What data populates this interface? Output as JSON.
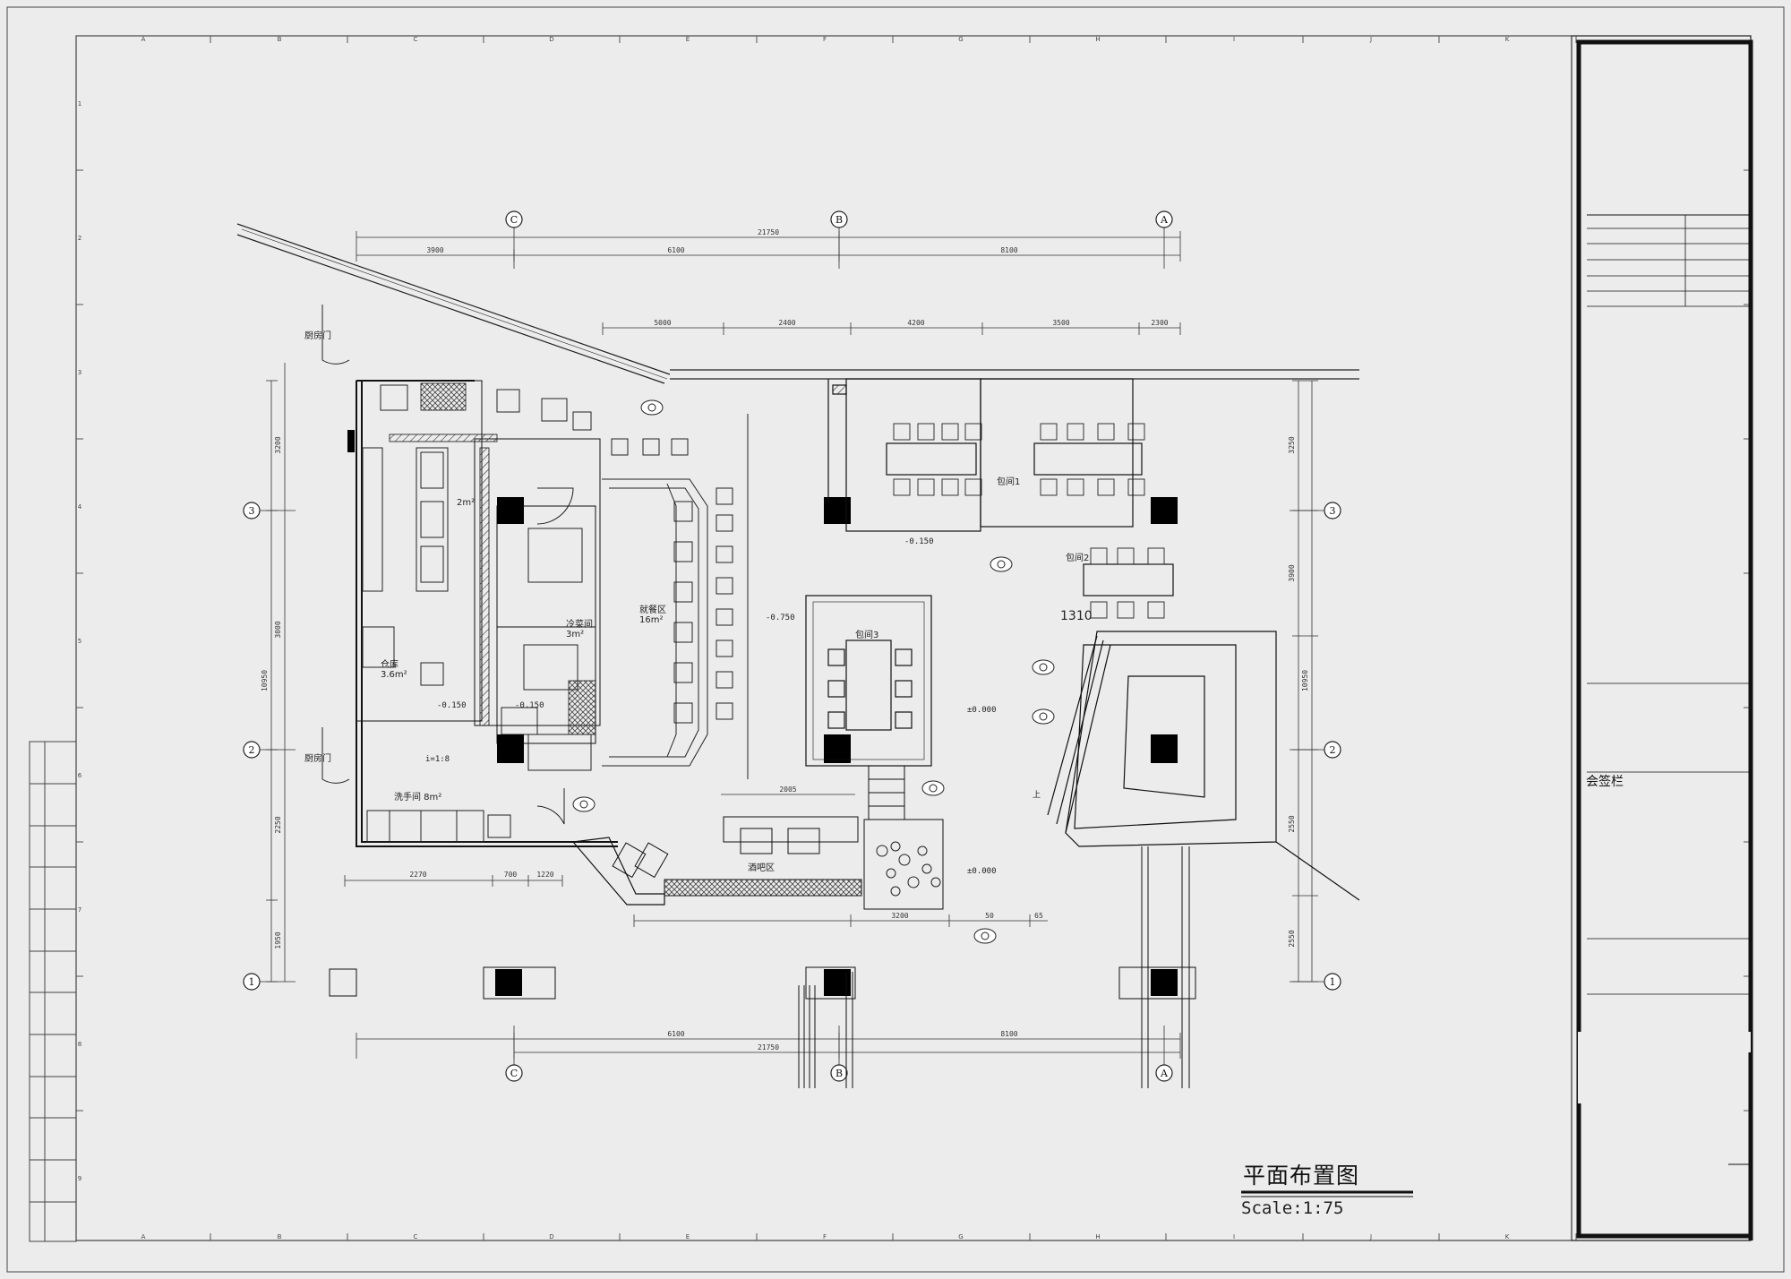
{
  "drawing": {
    "title": "平面布置图",
    "scale": "Scale:1:75"
  },
  "title_block": {
    "countersign_label": "会签栏"
  },
  "grid_axes": {
    "column_bubbles": [
      "C",
      "B",
      "A"
    ],
    "row_bubbles": [
      "3",
      "2",
      "1"
    ],
    "border_columns": [
      "A",
      "B",
      "C",
      "D",
      "E",
      "F",
      "G",
      "H",
      "I",
      "J",
      "K"
    ],
    "border_rows": [
      "1",
      "2",
      "3",
      "4",
      "5",
      "6",
      "7",
      "8",
      "9"
    ]
  },
  "dimensions": {
    "top_overall": "21750",
    "top_segments": [
      "3900",
      "6100",
      "8100"
    ],
    "upper_segments": [
      "5000",
      "2400",
      "4200",
      "3500",
      "2300"
    ],
    "bottom_overall": "21750",
    "bottom_segments": [
      "6100",
      "8100"
    ],
    "lower_segments": [
      "2270",
      "700",
      "1220",
      "2005",
      "3200",
      "50",
      "65"
    ],
    "left_segments": [
      "3200",
      "3000",
      "2250",
      "1950"
    ],
    "right_segments": [
      "3250",
      "3900",
      "2550",
      "2550"
    ],
    "left_total": "10950",
    "right_total": "10950"
  },
  "labels": {
    "private_room_1": "包间1",
    "private_room_2": "包间2",
    "private_room_3": "包间3",
    "room_area_2m": "2m²",
    "storage": "仓库\n3.6m²",
    "cold_room": "冷菜间\n3m²",
    "dining_hall": "就餐区\n16m²",
    "bar": "酒吧区",
    "entrance_1": "厨房门",
    "entrance_2": "厨房门",
    "elevation_1": "-0.150",
    "elevation_2": "-0.750",
    "elevation_3": "±0.000",
    "elevation_4": "±0.000",
    "elevation_5": "-0.150",
    "elevation_6": "-0.150",
    "slope": "i=1:8",
    "room_num": "1310",
    "washroom": "洗手间 8m²",
    "up_label": "上"
  }
}
